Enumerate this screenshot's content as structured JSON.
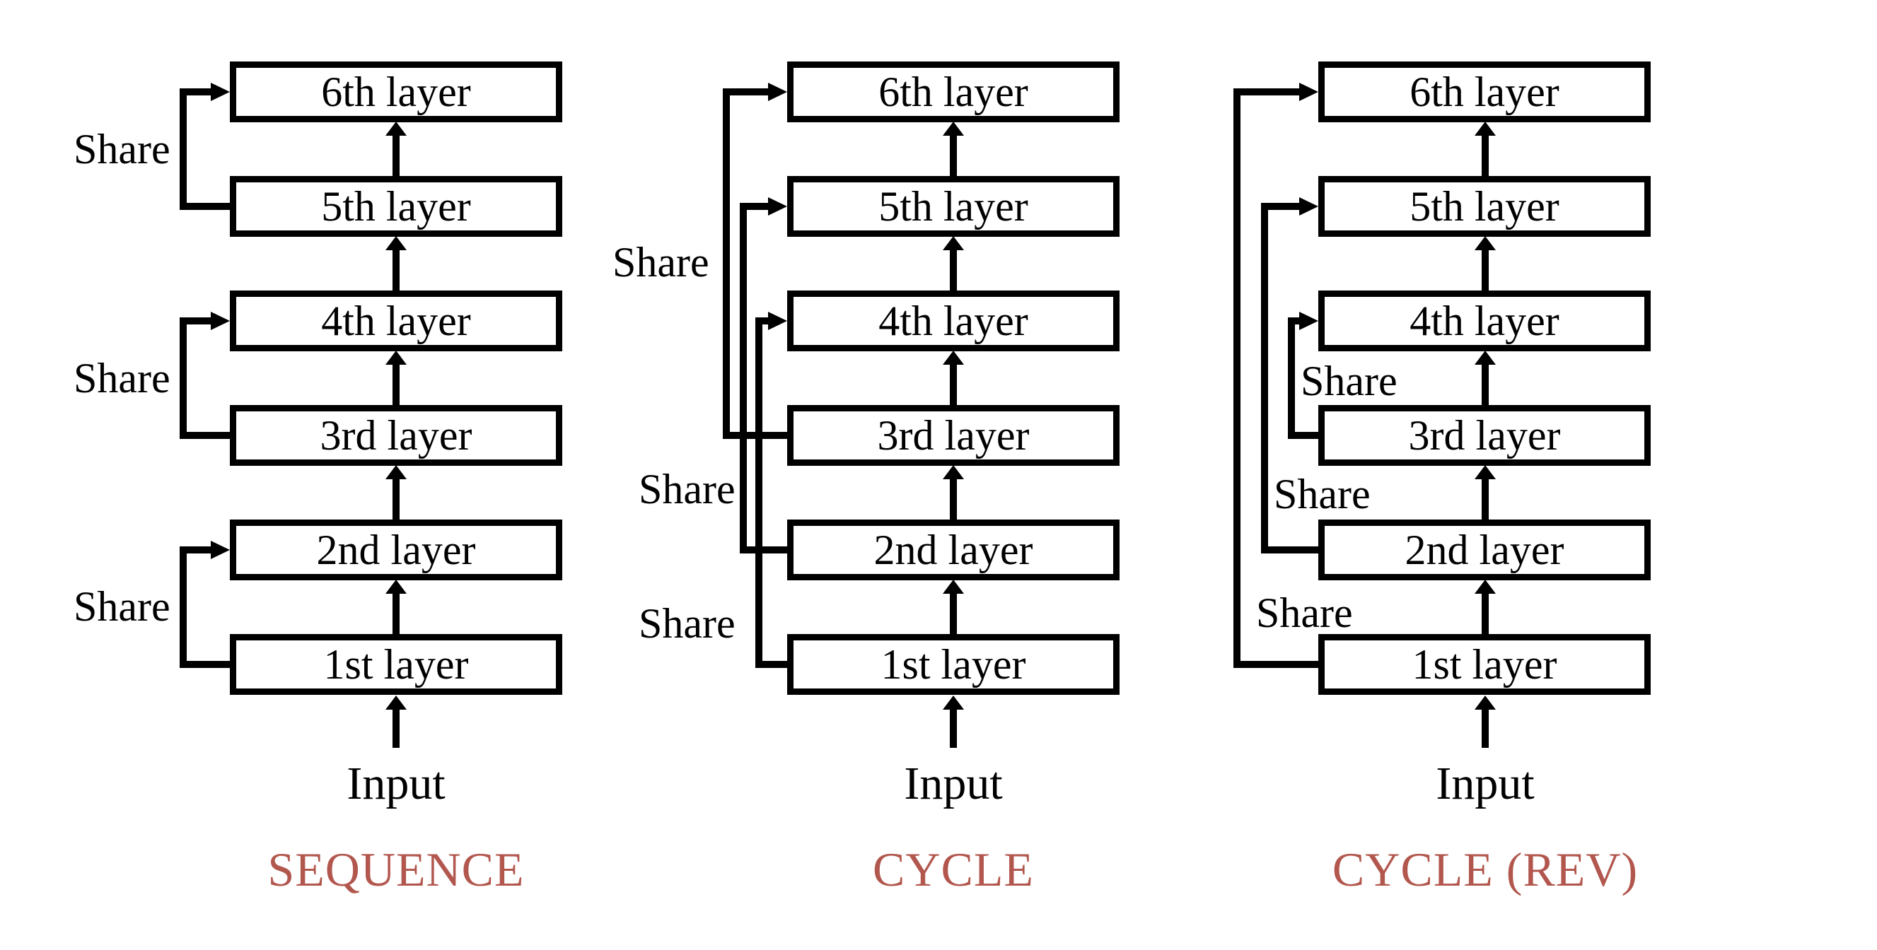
{
  "diagram": {
    "background_color": "#ffffff",
    "line_color": "#000000",
    "box_fill_color": "#ffffff",
    "title_color": "#b2574e",
    "input_label": "Input",
    "columns": [
      {
        "title": "SEQUENCE",
        "layers": [
          "1st layer",
          "2nd layer",
          "3rd layer",
          "4th layer",
          "5th layer",
          "6th layer"
        ],
        "share_connections": [
          {
            "from": "5th layer",
            "to": "6th layer",
            "label": "Share"
          },
          {
            "from": "3rd layer",
            "to": "4th layer",
            "label": "Share"
          },
          {
            "from": "1st layer",
            "to": "2nd layer",
            "label": "Share"
          }
        ]
      },
      {
        "title": "CYCLE",
        "layers": [
          "1st layer",
          "2nd layer",
          "3rd layer",
          "4th layer",
          "5th layer",
          "6th layer"
        ],
        "share_connections": [
          {
            "from": "3rd layer",
            "to": "6th layer",
            "label": "Share"
          },
          {
            "from": "2nd layer",
            "to": "5th layer",
            "label": "Share"
          },
          {
            "from": "1st layer",
            "to": "4th layer",
            "label": "Share"
          }
        ]
      },
      {
        "title": "CYCLE (REV)",
        "layers": [
          "1st layer",
          "2nd layer",
          "3rd layer",
          "4th layer",
          "5th layer",
          "6th layer"
        ],
        "share_connections": [
          {
            "from": "3rd layer",
            "to": "4th layer",
            "label": "Share"
          },
          {
            "from": "2nd layer",
            "to": "5th layer",
            "label": "Share"
          },
          {
            "from": "1st layer",
            "to": "6th layer",
            "label": "Share"
          }
        ]
      }
    ]
  }
}
